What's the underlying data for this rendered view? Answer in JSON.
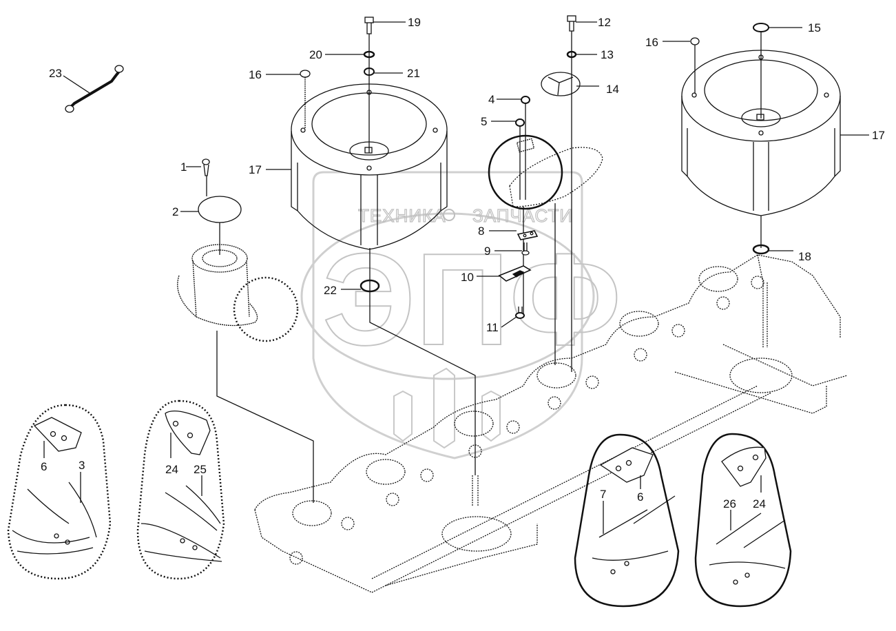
{
  "diagram": {
    "type": "exploded-parts-diagram",
    "watermark": {
      "top_text_left": "ТЕХНИКА",
      "top_text_right": "ЗАПЧАСТИ",
      "logo_text": "ЭПФ"
    },
    "callouts": [
      {
        "id": "1",
        "label": "1"
      },
      {
        "id": "2",
        "label": "2"
      },
      {
        "id": "3",
        "label": "3"
      },
      {
        "id": "4",
        "label": "4"
      },
      {
        "id": "5",
        "label": "5"
      },
      {
        "id": "6a",
        "label": "6"
      },
      {
        "id": "6b",
        "label": "6"
      },
      {
        "id": "7",
        "label": "7"
      },
      {
        "id": "8",
        "label": "8"
      },
      {
        "id": "9",
        "label": "9"
      },
      {
        "id": "10",
        "label": "10"
      },
      {
        "id": "11",
        "label": "11"
      },
      {
        "id": "12",
        "label": "12"
      },
      {
        "id": "13",
        "label": "13"
      },
      {
        "id": "14",
        "label": "14"
      },
      {
        "id": "15",
        "label": "15"
      },
      {
        "id": "16a",
        "label": "16"
      },
      {
        "id": "16b",
        "label": "16"
      },
      {
        "id": "17a",
        "label": "17"
      },
      {
        "id": "17b",
        "label": "17"
      },
      {
        "id": "18",
        "label": "18"
      },
      {
        "id": "19",
        "label": "19"
      },
      {
        "id": "20",
        "label": "20"
      },
      {
        "id": "21",
        "label": "21"
      },
      {
        "id": "22",
        "label": "22"
      },
      {
        "id": "23",
        "label": "23"
      },
      {
        "id": "24a",
        "label": "24"
      },
      {
        "id": "24b",
        "label": "24"
      },
      {
        "id": "25",
        "label": "25"
      },
      {
        "id": "26",
        "label": "26"
      }
    ],
    "detail_views": [
      {
        "name": "detail-blade-holder-6-3",
        "labels": [
          "6",
          "3"
        ],
        "outline": "dotted"
      },
      {
        "name": "detail-blade-holder-24-25",
        "labels": [
          "24",
          "25"
        ],
        "outline": "dotted"
      },
      {
        "name": "detail-blade-holder-7-6",
        "labels": [
          "7",
          "6"
        ],
        "outline": "solid"
      },
      {
        "name": "detail-blade-holder-26-24",
        "labels": [
          "26",
          "24"
        ],
        "outline": "solid"
      }
    ],
    "colors": {
      "line": "#111111",
      "watermark": "#c4c4c4",
      "background": "#ffffff"
    }
  }
}
